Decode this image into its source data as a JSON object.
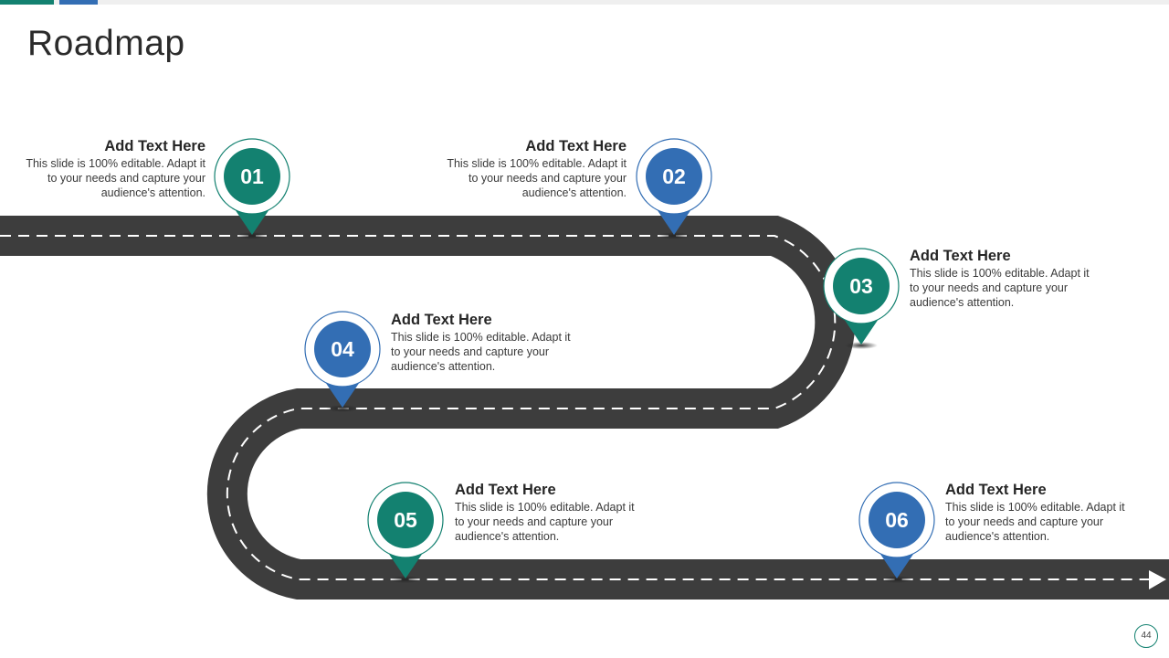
{
  "title": "Roadmap",
  "page_number": "44",
  "colors": {
    "teal": "#138170",
    "blue": "#336eb4",
    "road": "#3d3d3d"
  },
  "milestones": [
    {
      "number": "01",
      "heading": "Add Text Here",
      "body": "This slide is 100% editable. Adapt it to your needs and capture your audience's attention.",
      "color": "teal"
    },
    {
      "number": "02",
      "heading": "Add Text Here",
      "body": "This slide is 100% editable. Adapt it to your needs and capture your audience's attention.",
      "color": "blue"
    },
    {
      "number": "03",
      "heading": "Add Text Here",
      "body": "This slide is 100% editable. Adapt it to your needs and capture your audience's attention.",
      "color": "teal"
    },
    {
      "number": "04",
      "heading": "Add Text Here",
      "body": "This slide is 100% editable. Adapt it to your needs and capture your audience's attention.",
      "color": "blue"
    },
    {
      "number": "05",
      "heading": "Add Text Here",
      "body": "This slide is 100% editable. Adapt it to your needs and capture your audience's attention.",
      "color": "teal"
    },
    {
      "number": "06",
      "heading": "Add Text Here",
      "body": "This slide is 100% editable. Adapt it to your needs and capture your audience's attention.",
      "color": "blue"
    }
  ]
}
